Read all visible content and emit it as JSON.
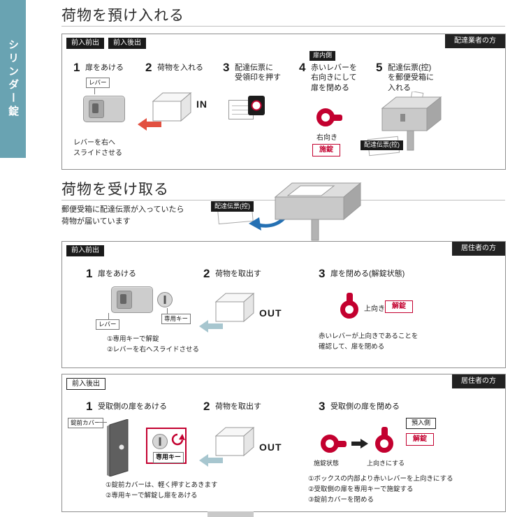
{
  "sidebar": {
    "label": "シリンダー錠"
  },
  "deposit": {
    "title": "荷物を預け入れる",
    "badge_front_in_front_out": "前入前出",
    "badge_front_in_back_out": "前入後出",
    "audience": "配達業者の方",
    "step1": {
      "num": "1",
      "label": "扉をあける",
      "part": "レバー",
      "caption": "レバーを右へ\nスライドさせる"
    },
    "step2": {
      "num": "2",
      "label": "荷物を入れる",
      "direction": "IN"
    },
    "step3": {
      "num": "3",
      "label": "配達伝票に\n受領印を押す"
    },
    "step4": {
      "num": "4",
      "tag": "扉内側",
      "label": "赤いレバーを\n右向きにして\n扉を閉める",
      "orientation": "右向き",
      "lock": "施錠"
    },
    "step5": {
      "num": "5",
      "label": "配達伝票(控)\nを郵便受箱に\n入れる",
      "slip": "配達伝票(控)"
    }
  },
  "receive": {
    "title": "荷物を受け取る",
    "note": "郵便受箱に配達伝票が入っていたら\n荷物が届いています",
    "slip": "配達伝票(控)"
  },
  "receive_front": {
    "badge": "前入前出",
    "audience": "居住者の方",
    "step1": {
      "num": "1",
      "label": "扉をあける",
      "part_lever": "レバー",
      "part_key": "専用キー",
      "caption": "①専用キーで解錠\n②レバーを右へスライドさせる"
    },
    "step2": {
      "num": "2",
      "label": "荷物を取出す",
      "direction": "OUT"
    },
    "step3": {
      "num": "3",
      "label": "扉を閉める(解錠状態)",
      "orientation": "上向き",
      "lock": "解錠",
      "caption": "赤いレバーが上向きであることを\n確認して、扉を閉める"
    }
  },
  "receive_back": {
    "badge": "前入後出",
    "audience": "居住者の方",
    "step1": {
      "num": "1",
      "label": "受取側の扉をあける",
      "part_cover": "錠前カバー",
      "part_key": "専用キー",
      "caption": "①錠前カバーは、軽く押すとあきます\n②専用キーで解錠し扉をあける"
    },
    "step2": {
      "num": "2",
      "label": "荷物を取出す",
      "direction": "OUT"
    },
    "step3": {
      "num": "3",
      "label": "受取側の扉を閉める",
      "state_locked": "施錠状態",
      "state_action": "上向きにする",
      "side": "預入側",
      "lock": "解錠",
      "caption": "①ボックスの内部より赤いレバーを上向きにする\n②受取側の扉を専用キーで施錠する\n③錠前カバーを閉める"
    }
  }
}
